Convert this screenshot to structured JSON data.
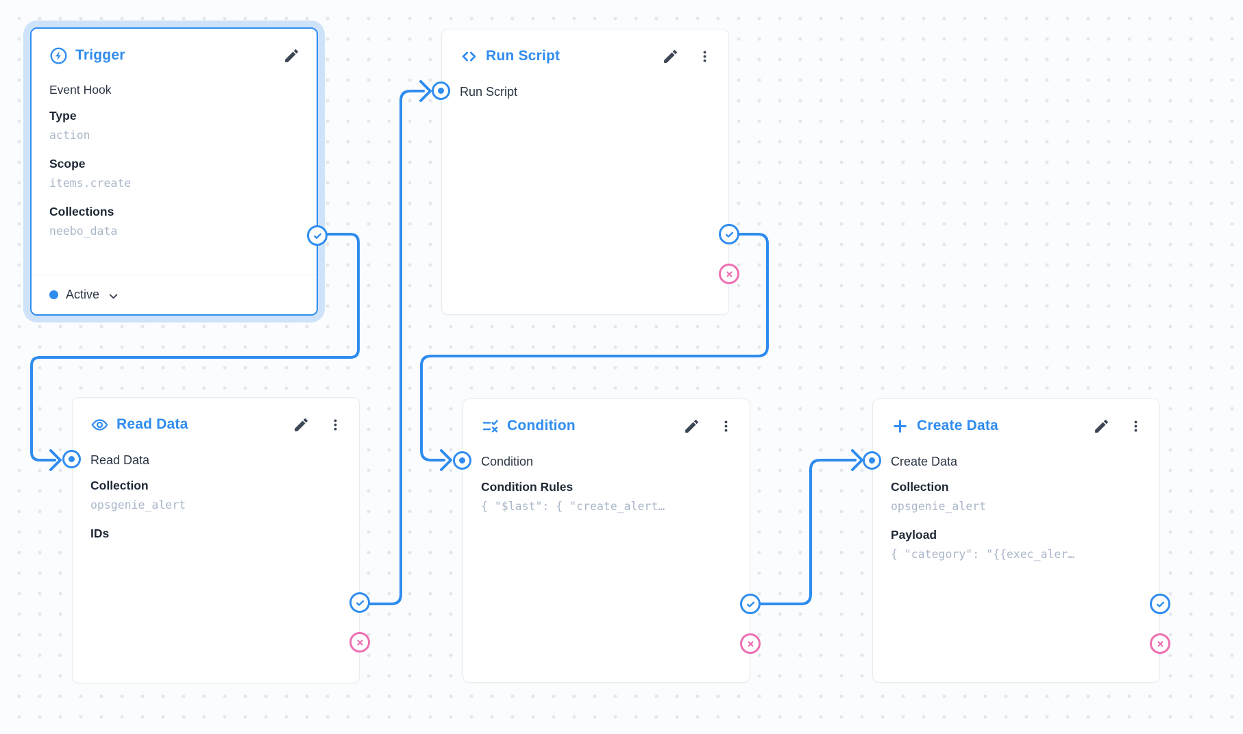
{
  "colors": {
    "accent": "#2f8cef",
    "reject": "#ee6fb2",
    "selection_glow": "#c7def8"
  },
  "nodes": {
    "trigger": {
      "title": "Trigger",
      "subtitle": "Event Hook",
      "type_label": "Type",
      "type_value": "action",
      "scope_label": "Scope",
      "scope_value": "items.create",
      "collections_label": "Collections",
      "collections_value": "neebo_data",
      "status_label": "Active"
    },
    "run_script": {
      "title": "Run Script",
      "input_label": "Run Script"
    },
    "read_data": {
      "title": "Read Data",
      "input_label": "Read Data",
      "collection_label": "Collection",
      "collection_value": "opsgenie_alert",
      "ids_label": "IDs"
    },
    "condition": {
      "title": "Condition",
      "input_label": "Condition",
      "rules_label": "Condition Rules",
      "rules_value": "{ \"$last\": { \"create_alert…"
    },
    "create_data": {
      "title": "Create Data",
      "input_label": "Create Data",
      "collection_label": "Collection",
      "collection_value": "opsgenie_alert",
      "payload_label": "Payload",
      "payload_value": "{ \"category\": \"{{exec_aler…"
    }
  }
}
